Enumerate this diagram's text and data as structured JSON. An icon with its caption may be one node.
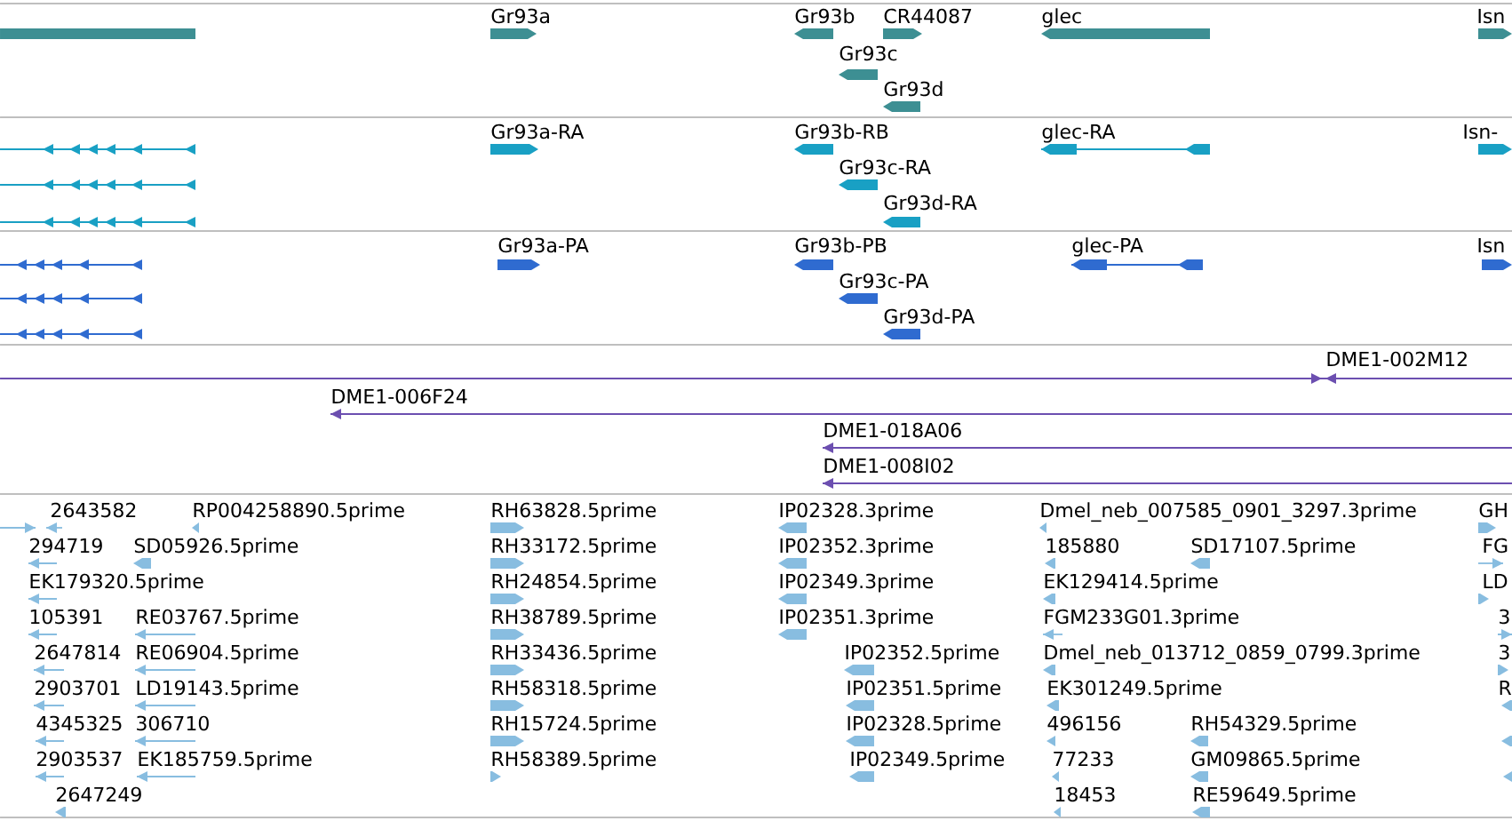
{
  "diagram": {
    "labels": [
      "Gr93a",
      "Gr93b",
      "CR44087",
      "glec",
      "Isn",
      "Gr93c",
      "Gr93d",
      "Gr93a-RA",
      "Gr93b-RB",
      "glec-RA",
      "Isn-",
      "Gr93c-RA",
      "Gr93d-RA",
      "Gr93a-PA",
      "Gr93b-PB",
      "glec-PA",
      "Isn",
      "Gr93c-PA",
      "Gr93d-PA",
      "DME1-002M12",
      "DME1-006F24",
      "DME1-018A06",
      "DME1-008I02",
      "2643582",
      "RP004258890.5prime",
      "RH63828.5prime",
      "IP02328.3prime",
      "Dmel_neb_007585_0901_3297.3prime",
      "GH",
      "294719",
      "SD05926.5prime",
      "RH33172.5prime",
      "IP02352.3prime",
      "185880",
      "SD17107.5prime",
      "FG",
      "EK179320.5prime",
      "RH24854.5prime",
      "IP02349.3prime",
      "EK129414.5prime",
      "LD",
      "105391",
      "RE03767.5prime",
      "RH38789.5prime",
      "IP02351.3prime",
      "FGM233G01.3prime",
      "3",
      "2647814",
      "RE06904.5prime",
      "RH33436.5prime",
      "IP02352.5prime",
      "Dmel_neb_013712_0859_0799.3prime",
      "3",
      "2903701",
      "LD19143.5prime",
      "RH58318.5prime",
      "IP02351.5prime",
      "EK301249.5prime",
      "R",
      "4345325",
      "306710",
      "RH15724.5prime",
      "IP02328.5prime",
      "496156",
      "RH54329.5prime",
      "2903537",
      "EK185759.5prime",
      "RH58389.5prime",
      "IP02349.5prime",
      "77233",
      "GM09865.5prime",
      "2647249",
      "18453",
      "RE59649.5prime"
    ]
  }
}
